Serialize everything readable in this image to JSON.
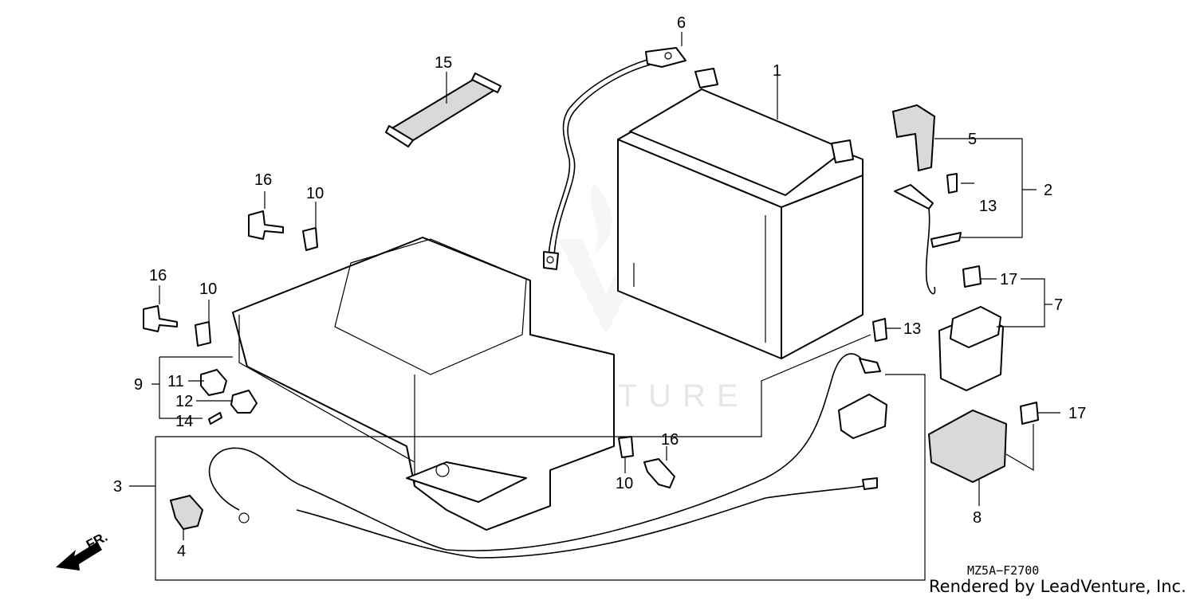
{
  "diagram": {
    "part_code": "MZ5A−F2700",
    "render_credit": "Rendered by LeadVenture, Inc.",
    "watermark": "LEADVENTURE",
    "direction_label": "FR.",
    "callouts": [
      "1",
      "2",
      "3",
      "4",
      "5",
      "6",
      "7",
      "8",
      "9",
      "10",
      "11",
      "12",
      "13",
      "14",
      "15",
      "16",
      "17"
    ]
  }
}
